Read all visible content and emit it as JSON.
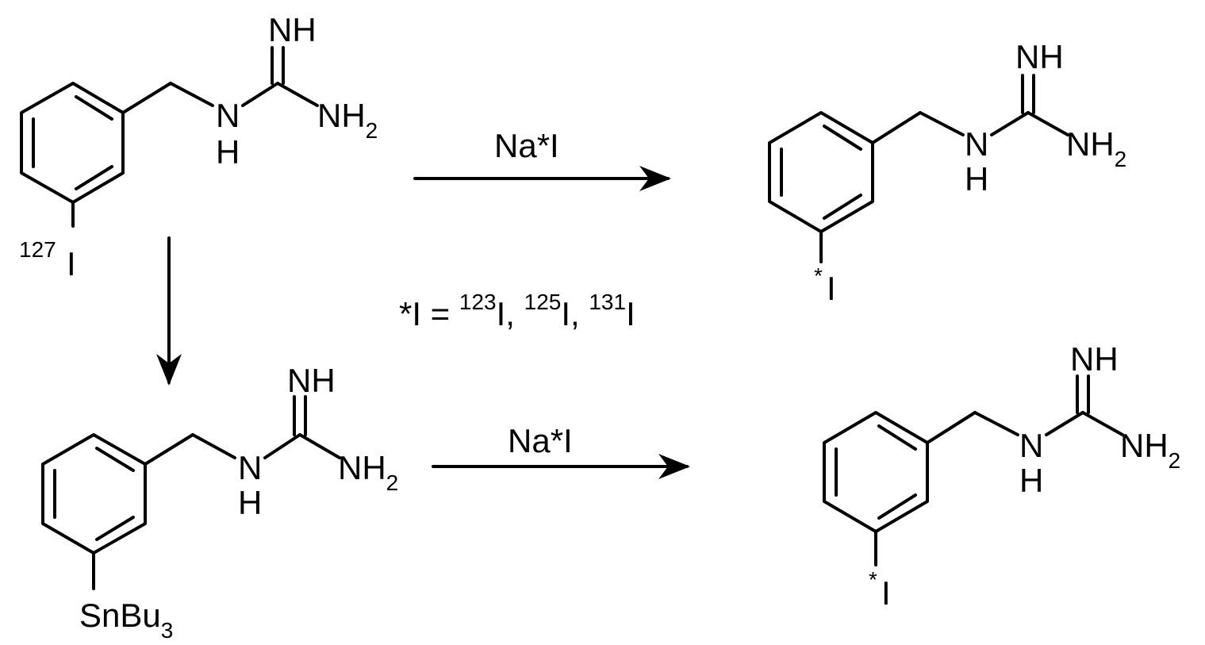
{
  "molecules": {
    "start": {
      "nh": "NH",
      "n": "N",
      "h": "H",
      "nh2_main": "NH",
      "nh2_sub": "2",
      "iso_mass": "127",
      "substituent": "I"
    },
    "tin": {
      "nh": "NH",
      "n": "N",
      "h": "H",
      "nh2_main": "NH",
      "nh2_sub": "2",
      "substituent": "SnBu",
      "substituent_sub": "3"
    },
    "product1": {
      "nh": "NH",
      "n": "N",
      "h": "H",
      "nh2_main": "NH",
      "nh2_sub": "2",
      "star": "*",
      "substituent": "I"
    },
    "product2": {
      "nh": "NH",
      "n": "N",
      "h": "H",
      "nh2_main": "NH",
      "nh2_sub": "2",
      "star": "*",
      "substituent": "I"
    }
  },
  "reagents": {
    "top_arrow": "Na*I",
    "bottom_arrow": "Na*I"
  },
  "isotope_note": {
    "prefix": "*I = ",
    "iso1_mass": "123",
    "iso1_sym": "I, ",
    "iso2_mass": "125",
    "iso2_sym": "I, ",
    "iso3_mass": "131",
    "iso3_sym": "I"
  }
}
